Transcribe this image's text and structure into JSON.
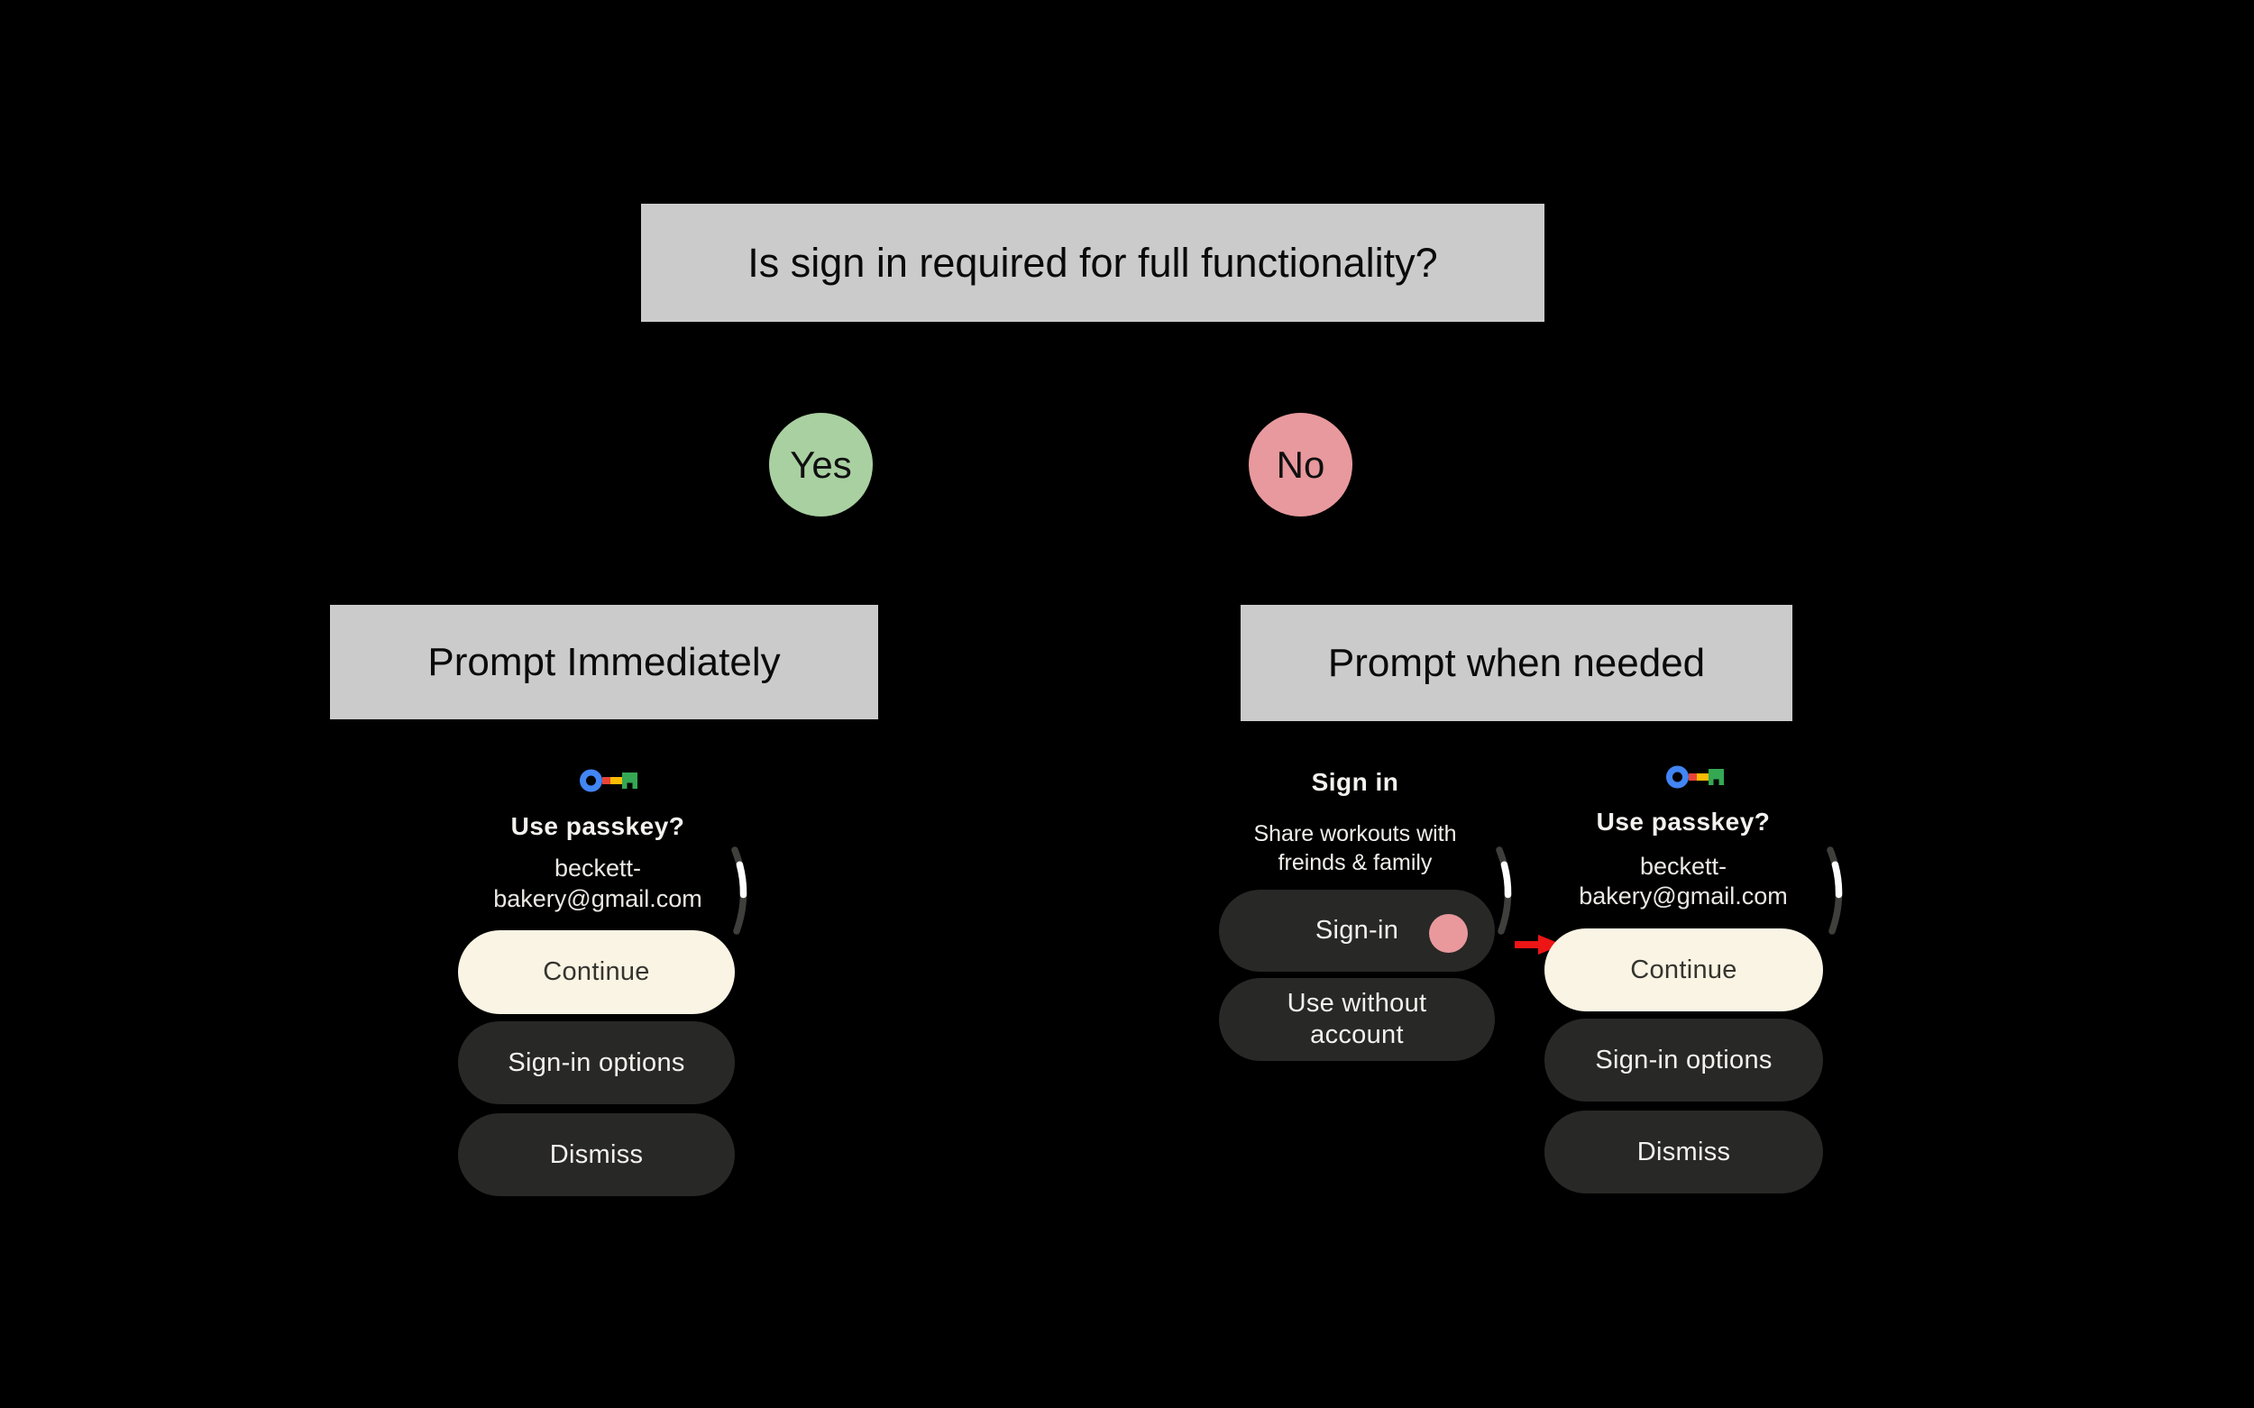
{
  "flowchart": {
    "question": "Is sign in required for full functionality?",
    "yes": "Yes",
    "no": "No",
    "outcome_yes": "Prompt Immediately",
    "outcome_no": "Prompt when needed"
  },
  "passkey_dialog": {
    "icon": "google-passkey-key-icon",
    "title": "Use passkey?",
    "account_line1": "beckett-",
    "account_line2": "bakery@gmail.com",
    "buttons": {
      "continue": "Continue",
      "signin_options": "Sign-in options",
      "dismiss": "Dismiss"
    }
  },
  "signin_dialog": {
    "title": "Sign in",
    "subtitle_line1": "Share workouts with",
    "subtitle_line2": "freinds & family",
    "buttons": {
      "signin": "Sign-in",
      "use_without_line1": "Use without",
      "use_without_line2": "account"
    }
  },
  "annotations": {
    "arrow": "red-arrow-icon",
    "tap_dot": "tap-indicator-dot",
    "scroll": "scroll-position-indicator"
  },
  "colors": {
    "background": "#000000",
    "label_box_gray": "#CBCBCB",
    "yes_green": "#A9D0A1",
    "no_pink": "#E8999D",
    "continue_cream": "#F9F4E4",
    "button_dark": "#282826",
    "tap_dot_pink": "#E9989C",
    "arrow_red": "#ED1515",
    "passkey_blue": "#4285F4",
    "passkey_red": "#EA4335",
    "passkey_yellow": "#FBBC04",
    "passkey_green": "#34A853",
    "scroll_track": "#3F3F3C",
    "scroll_thumb": "#FDFDFD"
  }
}
